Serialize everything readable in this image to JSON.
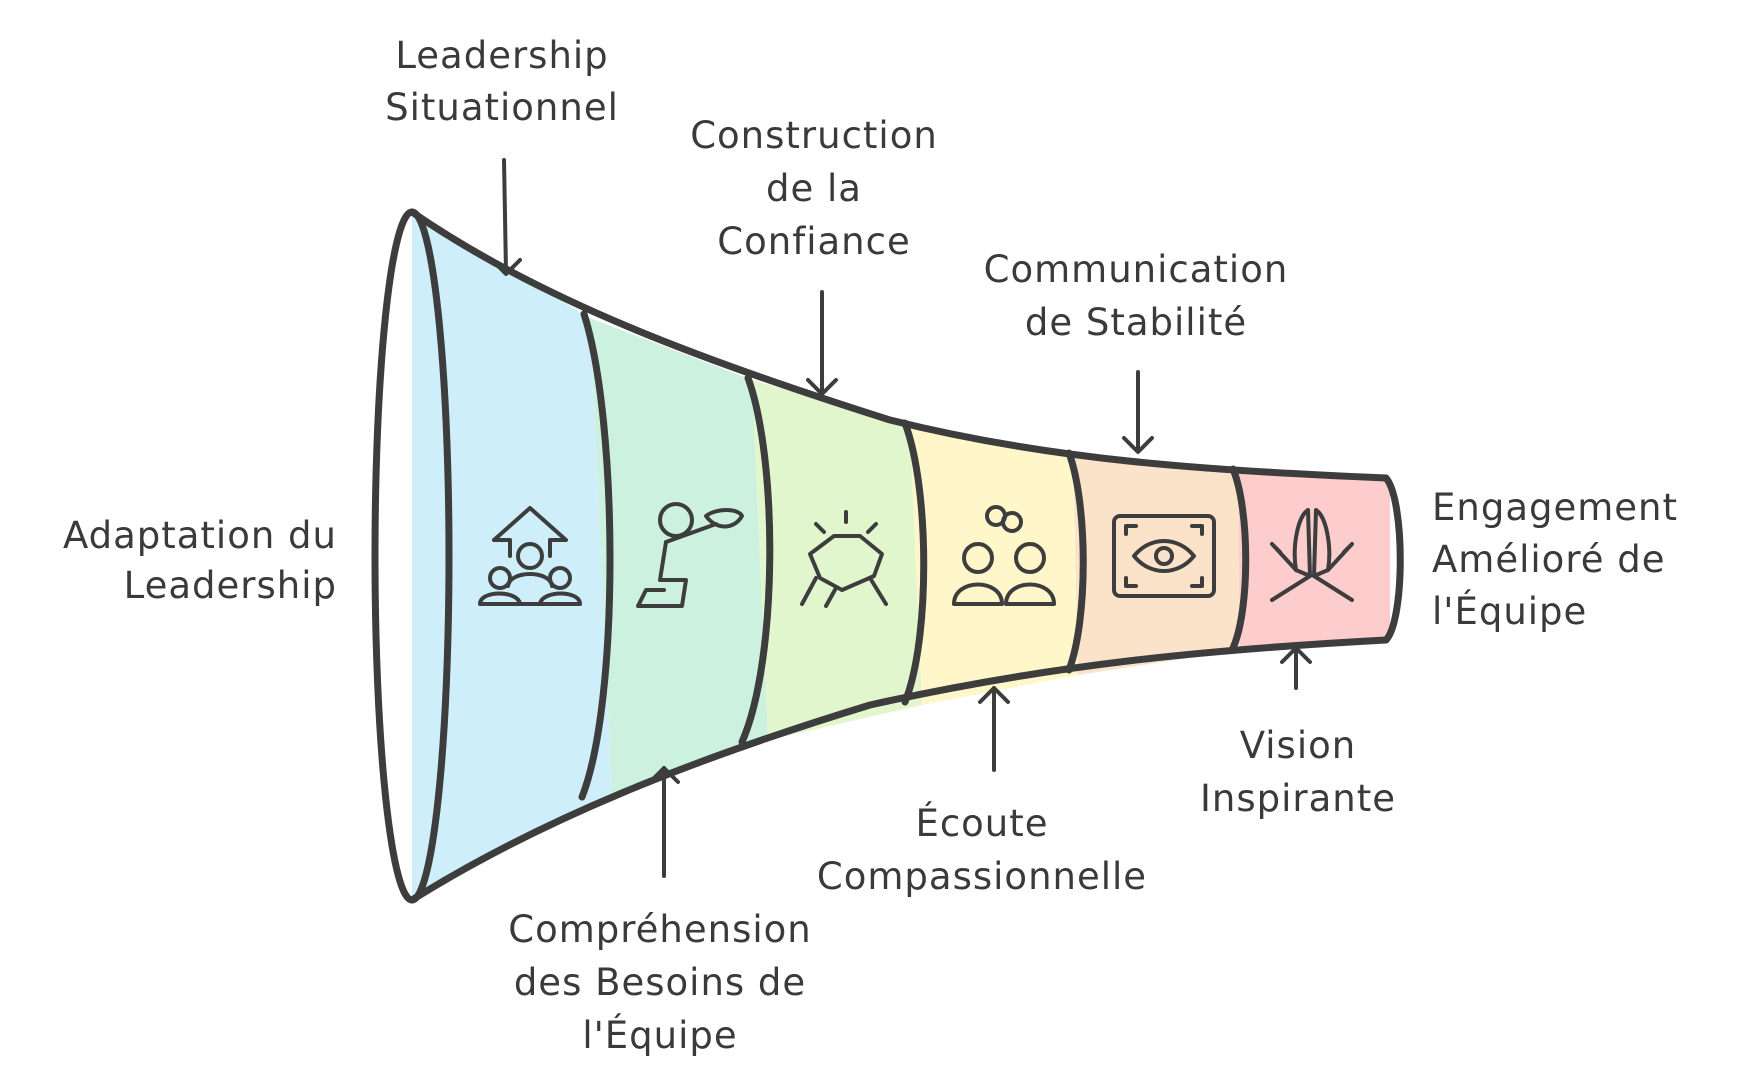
{
  "diagram": {
    "type": "funnel",
    "start_label": [
      "Adaptation du",
      "Leadership"
    ],
    "end_label": [
      "Engagement",
      "Amélioré de",
      "l'Équipe"
    ],
    "stages": [
      {
        "label": [
          "Leadership",
          "Situationnel"
        ],
        "position": "top",
        "color": "#c9ecfa",
        "icon": "leader-group-icon"
      },
      {
        "label": [
          "Compréhension",
          "des Besoins de",
          "l'Équipe"
        ],
        "position": "bottom",
        "color": "#c8f0dc",
        "icon": "kneeling-offering-icon"
      },
      {
        "label": [
          "Construction",
          "de la",
          "Confiance"
        ],
        "position": "top",
        "color": "#dff5c9",
        "icon": "handshake-icon"
      },
      {
        "label": [
          "Écoute",
          "Compassionnelle"
        ],
        "position": "bottom",
        "color": "#fff6c4",
        "icon": "two-people-listening-icon"
      },
      {
        "label": [
          "Communication",
          "de Stabilité"
        ],
        "position": "top",
        "color": "#fbe0c4",
        "icon": "eye-frame-icon"
      },
      {
        "label": [
          "Vision",
          "Inspirante"
        ],
        "position": "bottom",
        "color": "#fdc8c8",
        "icon": "praying-hands-icon"
      }
    ]
  }
}
